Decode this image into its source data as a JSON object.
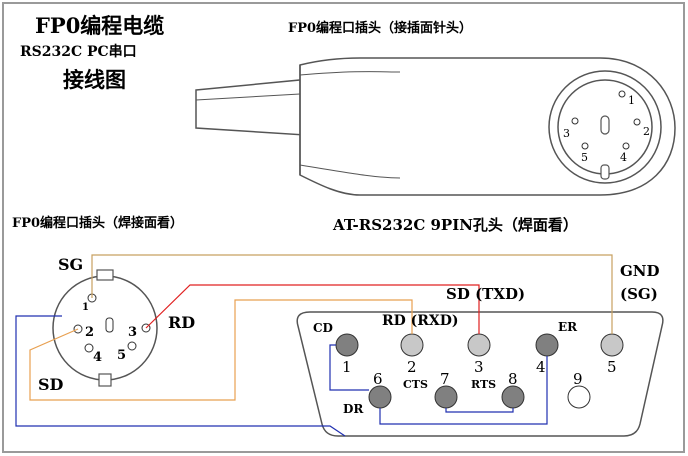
{
  "title": {
    "line1": "FP0编程电缆",
    "line2": "RS232C   PC串口",
    "line3": "接线图"
  },
  "headings": {
    "plug_top": "FP0编程口插头（接插面针头）",
    "plug_solder": "FP0编程口插头（焊接面看）",
    "db9": "AT-RS232C 9PIN孔头（焊面看）"
  },
  "mini_din_pins": [
    "1",
    "2",
    "3",
    "4",
    "5"
  ],
  "mini_din_labels": {
    "sg": "SG",
    "rd": "RD",
    "sd": "SD"
  },
  "db9_pins": [
    "1",
    "2",
    "3",
    "4",
    "5",
    "6",
    "7",
    "8",
    "9"
  ],
  "db9_signal_labels": {
    "cd": "CD",
    "rd_rxd": "RD (RXD)",
    "sd_txd": "SD (TXD)",
    "er": "ER",
    "cts": "CTS",
    "rts": "RTS",
    "dr": "DR",
    "gnd": "GND",
    "sg": "(SG)"
  },
  "colors": {
    "border": "#9a9a9a",
    "sg_wire": "#c8a060",
    "rd_wire": "#e02020",
    "sd_wire": "#e8a050",
    "jumper_wire": "#2030b0",
    "pin_dark": "#808080",
    "pin_light": "#c8c8c8"
  }
}
